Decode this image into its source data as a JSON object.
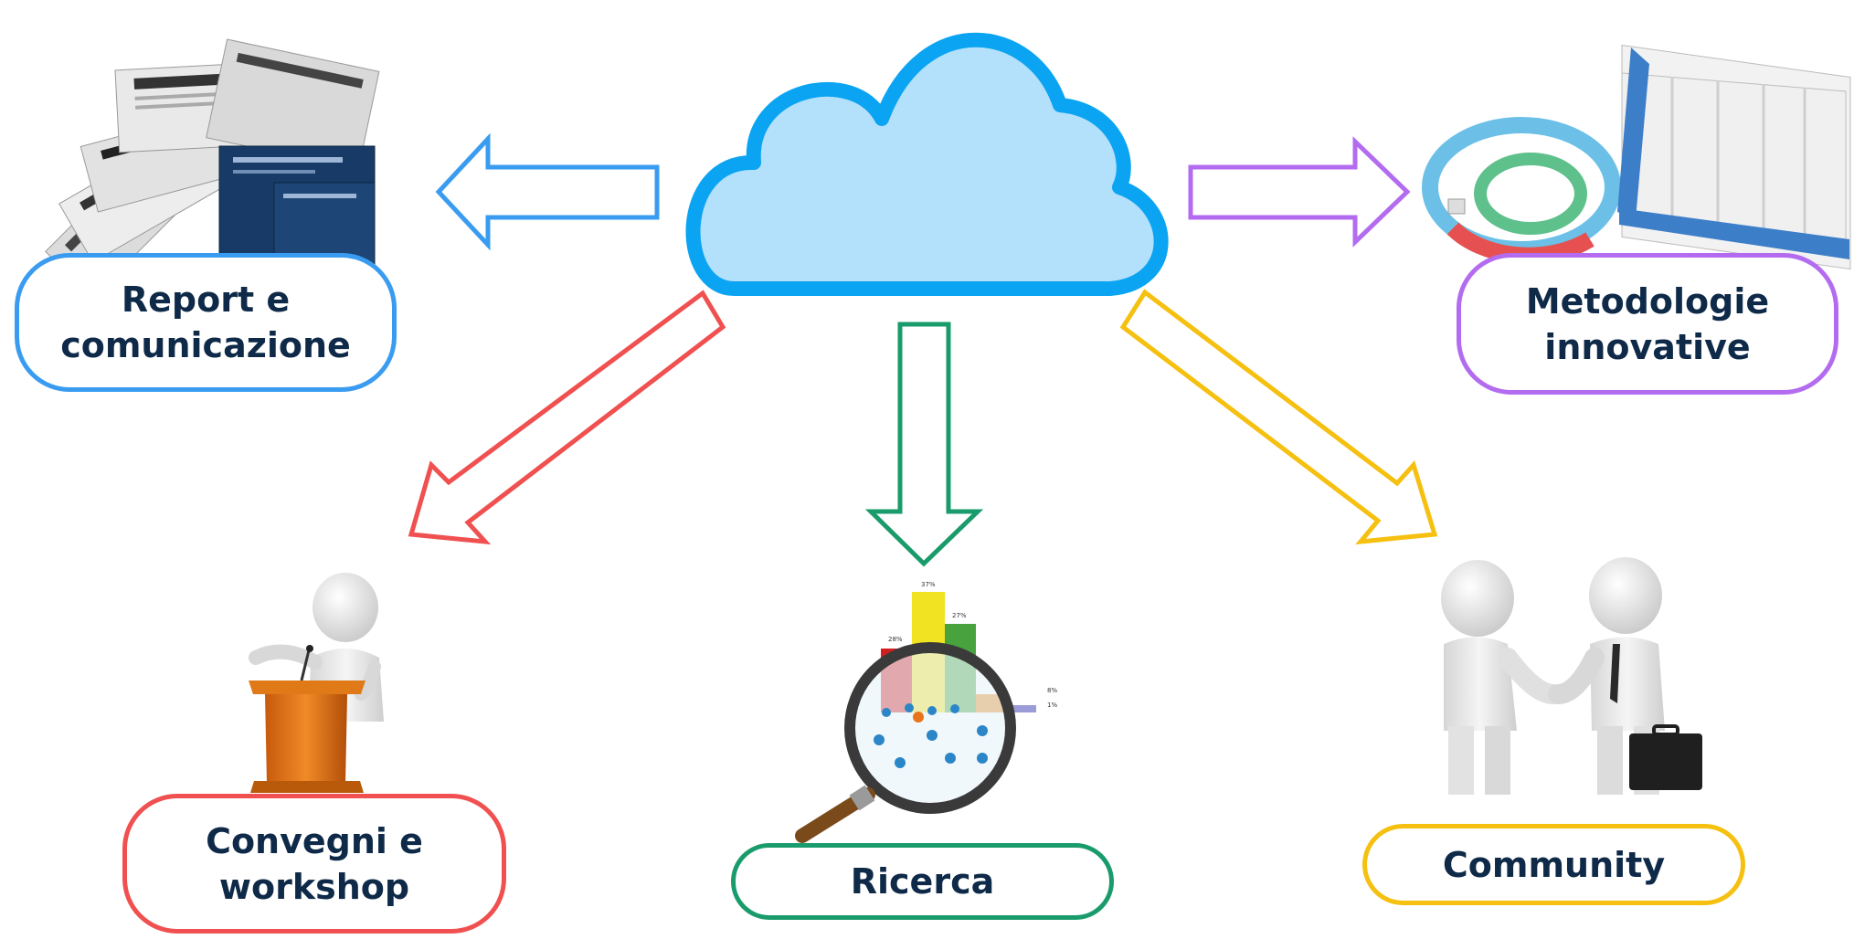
{
  "nodes": {
    "report": {
      "label": "Report e\ncomunicazione",
      "color": "#3a9cf0",
      "icon": "newspapers-icon"
    },
    "metod": {
      "label": "Metodologie\ninnovative",
      "color": "#b36cf0",
      "icon": "methodology-diagram-icon"
    },
    "convegni": {
      "label": "Convegni e\nworkshop",
      "color": "#f05050",
      "icon": "speaker-podium-icon"
    },
    "ricerca": {
      "label": "Ricerca",
      "color": "#1a9b6c",
      "icon": "magnifier-chart-icon"
    },
    "community": {
      "label": "Community",
      "color": "#f5c010",
      "icon": "handshake-icon"
    }
  },
  "center": {
    "icon": "cloud-icon",
    "fill": "#b3e0fb",
    "stroke": "#0aa4f2"
  },
  "chart_labels": [
    "28%",
    "37%",
    "27%",
    "8%",
    "1%"
  ]
}
